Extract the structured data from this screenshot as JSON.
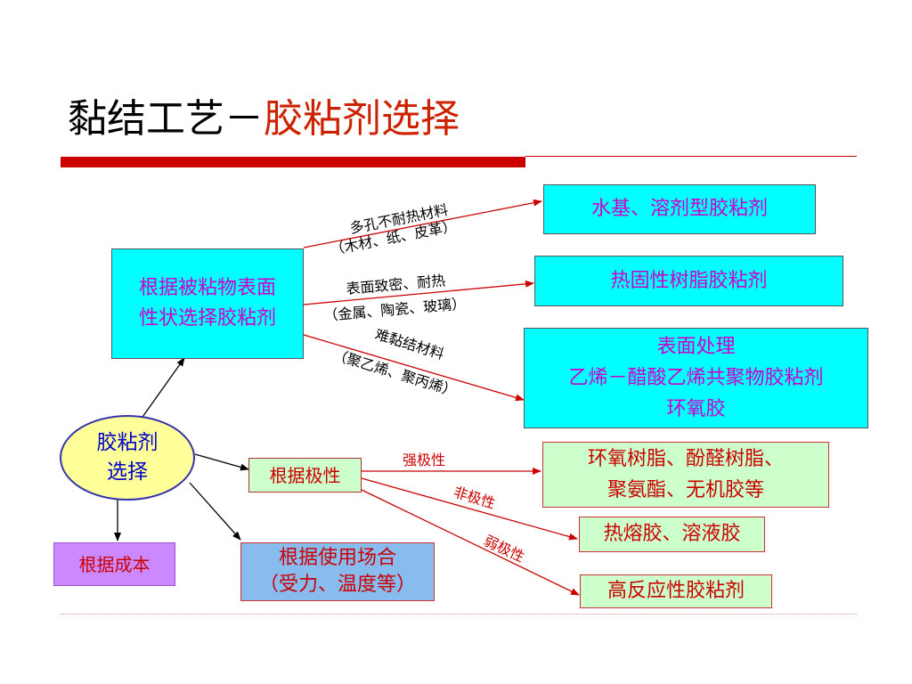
{
  "title": {
    "main": "黏结工艺－",
    "accent": "胶粘剂选择"
  },
  "center": {
    "line1": "胶粘剂",
    "line2": "选择"
  },
  "nodes": {
    "surface": {
      "line1": "根据被粘物表面",
      "line2": "性状选择胶粘剂"
    },
    "polarity": "根据极性",
    "cost": "根据成本",
    "usage": {
      "line1": "根据使用场合",
      "line2": "（受力、温度等）"
    },
    "water": "水基、溶剂型胶粘剂",
    "thermoset": "热固性树脂胶粘剂",
    "treatment": {
      "line1": "表面处理",
      "line2": "乙烯－醋酸乙烯共聚物胶粘剂",
      "line3": "环氧胶"
    },
    "epoxy": {
      "line1": "环氧树脂、酚醛树脂、",
      "line2": "聚氨酯、无机胶等"
    },
    "hotmelt": "热熔胶、溶液胶",
    "reactive": "高反应性胶粘剂"
  },
  "labels": {
    "porous1": "多孔不耐热材料",
    "porous2": "（木材、纸、皮革）",
    "dense1": "表面致密、耐热",
    "dense2": "（金属、陶瓷、玻璃）",
    "hard1": "难黏结材料",
    "hard2": "（聚乙烯、聚丙烯）",
    "strong": "强极性",
    "nonpolar": "非极性",
    "weak": "弱极性"
  },
  "colors": {
    "title_accent": "#cc2200",
    "cyan": "#00ffff",
    "light_green": "#ccffcc",
    "yellow": "#ffff99",
    "magenta": "#cc00cc",
    "red": "#cc0000",
    "blue": "#0000cc",
    "violet": "#cc88ff",
    "light_blue": "#88bbee"
  }
}
